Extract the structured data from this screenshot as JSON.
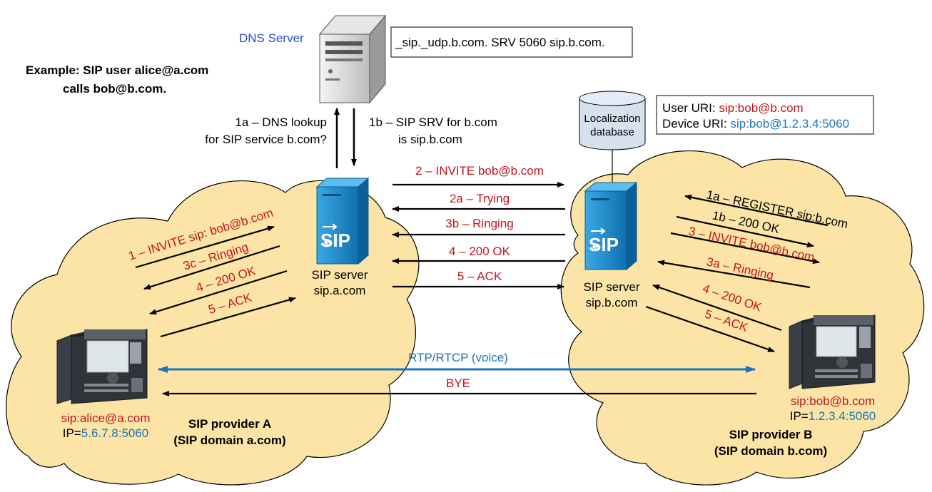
{
  "example": {
    "line1": "Example: SIP user alice@a.com",
    "line2": "calls bob@b.com."
  },
  "dns": {
    "label": "DNS Server",
    "record": "_sip._udp.b.com. SRV 5060 sip.b.com.",
    "query_line1": "1a – DNS lookup",
    "query_line2": "for SIP service b.com?",
    "answer_line1": "1b – SIP SRV for b.com",
    "answer_line2": "is sip.b.com"
  },
  "localization": {
    "db_line1": "Localization",
    "db_line2": "database",
    "user_uri_label": "User URI: ",
    "user_uri_value": "sip:bob@b.com",
    "device_uri_label": "Device URI: ",
    "device_uri_value": "sip:bob@1.2.3.4:5060"
  },
  "server_a": {
    "logo": "SIP",
    "line1": "SIP server",
    "line2": "sip.a.com"
  },
  "server_b": {
    "logo": "SIP",
    "line1": "SIP server",
    "line2": "sip.b.com"
  },
  "inter_server_messages": [
    "2 – INVITE bob@b.com",
    "2a – Trying",
    "3b – Ringing",
    "4 – 200 OK",
    "5 – ACK"
  ],
  "domain_a_messages": [
    "1 – INVITE sip: bob@b.com",
    "3c – Ringing",
    "4 – 200 OK",
    "5 – ACK"
  ],
  "domain_b_messages": [
    "1a – REGISTER sip:b.com",
    "1b – 200 OK",
    "3 – INVITE bob@b.com",
    "3a – Ringing",
    "4 – 200 OK",
    "5 – ACK"
  ],
  "media": {
    "rtp": "RTP/RTCP (voice)",
    "bye": "BYE"
  },
  "alice": {
    "uri": "sip:alice@a.com",
    "ip_label": "IP=",
    "ip_value": "5.6.7.8:5060"
  },
  "bob": {
    "uri": "sip:bob@b.com",
    "ip_label": "IP=",
    "ip_value": "1.2.3.4:5060"
  },
  "provider_a": {
    "line1": "SIP provider A",
    "line2": "(SIP domain a.com)"
  },
  "provider_b": {
    "line1": "SIP provider B",
    "line2": "(SIP domain b.com)"
  },
  "colors": {
    "cloud_fill": "#fce4a6",
    "message_red": "#c0141c",
    "link_blue": "#1b75bc",
    "title_blue": "#1f4fc8",
    "server_blue": "#1f8fd0"
  }
}
